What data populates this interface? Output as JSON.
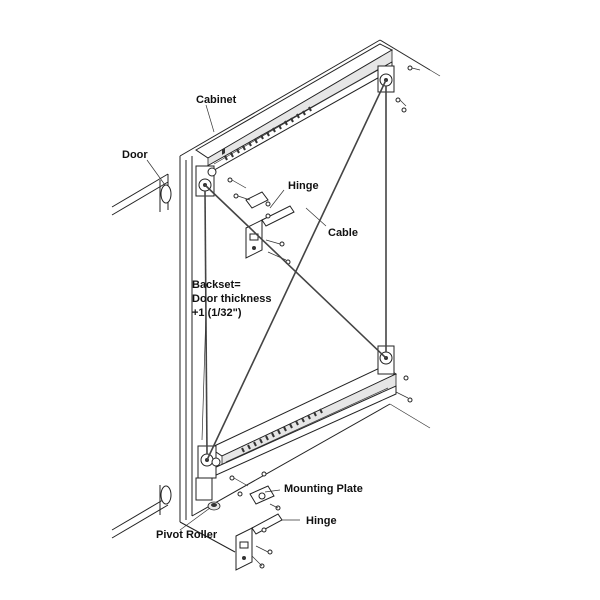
{
  "labels": {
    "cabinet": "Cabinet",
    "door": "Door",
    "hinge_top": "Hinge",
    "cable": "Cable",
    "backset_line1": "Backset=",
    "backset_line2": "Door thickness",
    "backset_line3": "+1 (1/32\")",
    "mounting_plate": "Mounting Plate",
    "hinge_bottom": "Hinge",
    "pivot_roller": "Pivot Roller"
  }
}
